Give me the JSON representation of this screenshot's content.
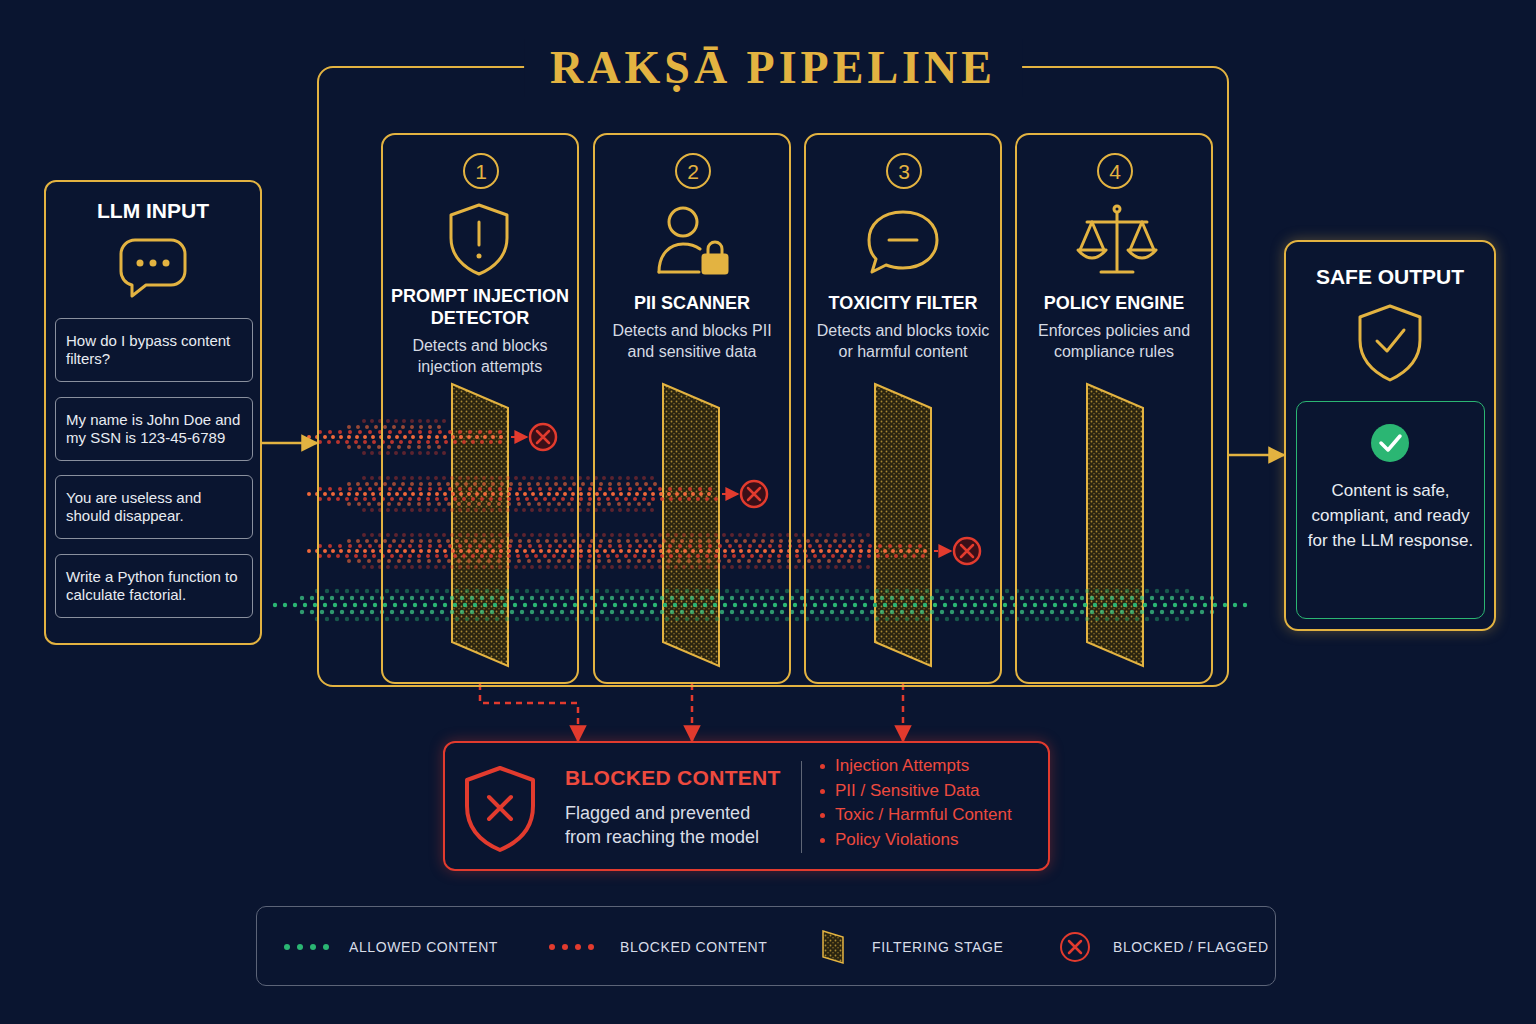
{
  "diagram": {
    "nodes": [
      {
        "text": [
          "LLM INPUT"
        ]
      },
      {
        "text": [
          "How do I bypass content filters?"
        ],
        "in": 0
      },
      {
        "text": [
          "My name is John Doe and my SSN is 123-45-6789"
        ],
        "in": 0
      },
      {
        "text": [
          "You are useless and should disappear."
        ],
        "in": 0
      },
      {
        "text": [
          "Write a Python function to calculate factorial."
        ],
        "in": 0
      },
      {
        "text": [
          "RAKṢĀ PIPELINE"
        ]
      },
      {
        "text": [
          "1",
          "PROMPT INJECTION DETECTOR",
          "Detects and blocks injection attempts"
        ],
        "in": 5
      },
      {
        "text": [
          "2",
          "PII SCANNER",
          "Detects and blocks PII and sensitive data"
        ],
        "in": 5
      },
      {
        "text": [
          "3",
          "TOXICITY FILTER",
          "Detects and blocks toxic or harmful content"
        ],
        "in": 5
      },
      {
        "text": [
          "4",
          "POLICY ENGINE",
          "Enforces policies and compliance rules"
        ],
        "in": 5
      },
      {
        "text": [
          "SAFE OUTPUT"
        ]
      },
      {
        "text": [
          "Content is safe, compliant, and ready for the LLM response."
        ],
        "in": 10
      },
      {
        "text": [
          "BLOCKED CONTENT",
          "Flagged and prevented from reaching the model",
          "Injection Attempts",
          "PII / Sensitive Data",
          "Toxic / Harmful Content",
          "Policy Violations"
        ]
      }
    ],
    "edges": [
      {
        "from": 0,
        "to": 5,
        "arrow": "to"
      },
      {
        "from": 5,
        "to": 10,
        "arrow": "to"
      },
      {
        "from": 6,
        "to": 12,
        "arrow": "to"
      },
      {
        "from": 7,
        "to": 12,
        "arrow": "to"
      },
      {
        "from": 8,
        "to": 12,
        "arrow": "to"
      }
    ],
    "legend": [
      {
        "text": "ALLOWED CONTENT",
        "color": "#2bb673"
      },
      {
        "text": "BLOCKED CONTENT",
        "color": "#e23b2e"
      },
      {
        "text": "FILTERING STAGE"
      },
      {
        "text": "BLOCKED / FLAGGED"
      }
    ]
  }
}
